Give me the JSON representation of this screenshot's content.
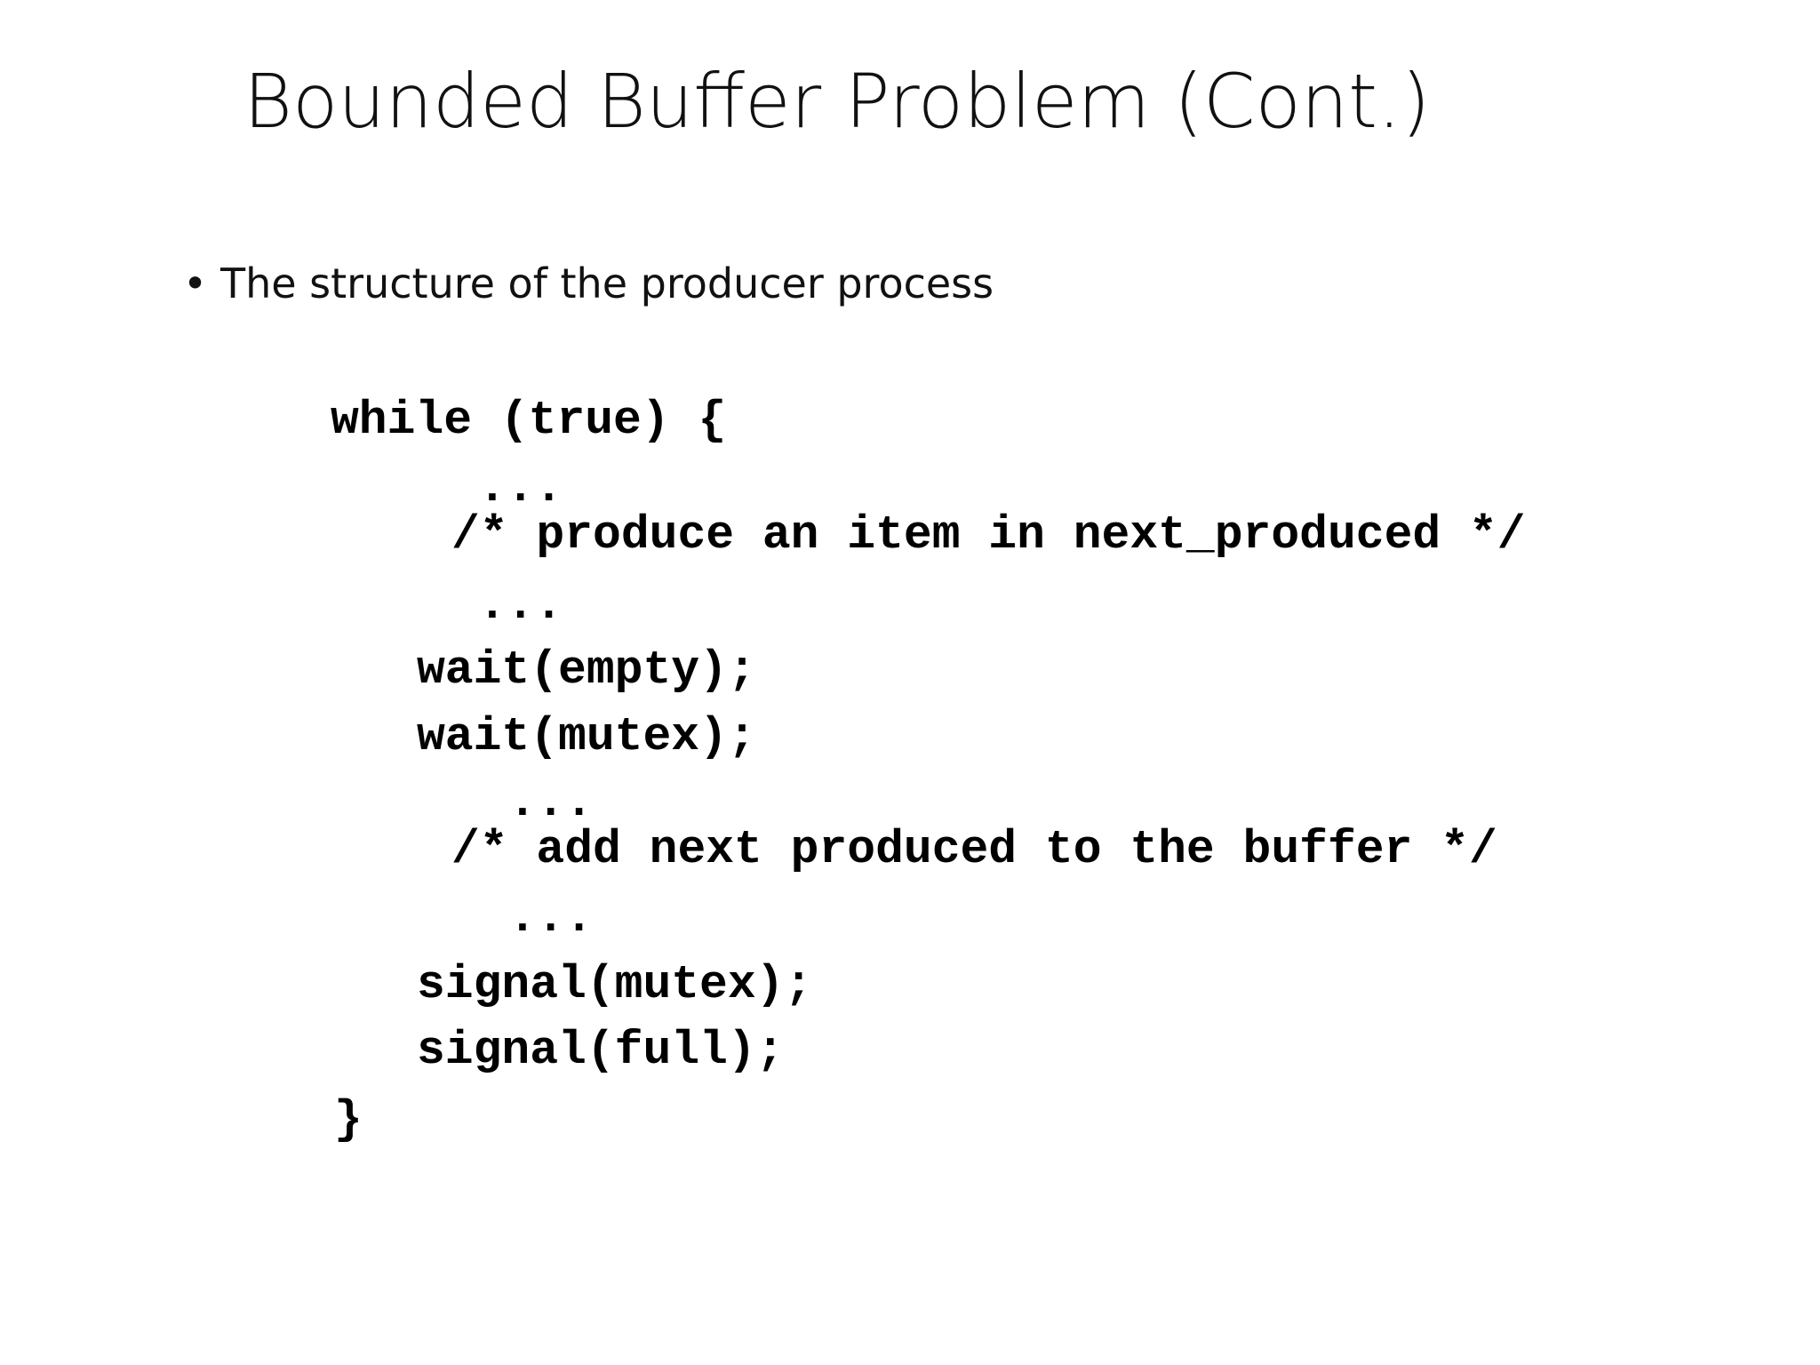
{
  "slide": {
    "title": "Bounded Buffer Problem (Cont.)",
    "bullet": {
      "marker": "•",
      "text": "The structure of the producer process"
    },
    "code": {
      "while_open": "while (true) {",
      "ellipsis_1": "...",
      "comment_produce": "/* produce an item in next_produced */",
      "ellipsis_2": "...",
      "wait_empty": "wait(empty);",
      "wait_mutex": "wait(mutex);",
      "ellipsis_3": "...",
      "comment_add": "/* add next produced to the buffer */",
      "ellipsis_4": "...",
      "signal_mutex": "signal(mutex);",
      "signal_full": "signal(full);",
      "close_brace": "}"
    }
  }
}
